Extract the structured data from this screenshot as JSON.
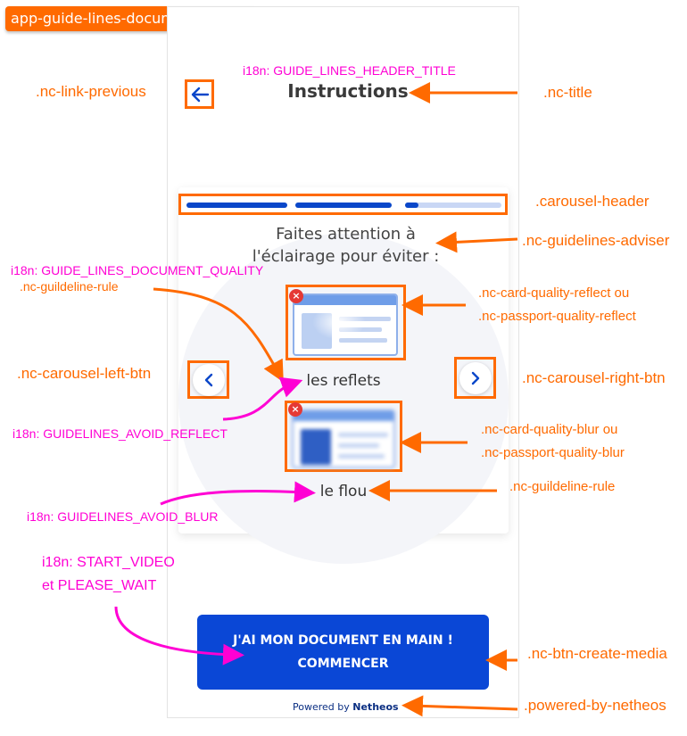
{
  "component_name": "app-guide-lines-document-step",
  "screen": {
    "title": "Instructions",
    "adviser_line1": "Faites attention à",
    "adviser_line2": "l'éclairage pour éviter :",
    "rule_reflect": "les reflets",
    "rule_blur": "le flou",
    "button_line1": "J'AI MON DOCUMENT EN MAIN !",
    "button_line2": "COMMENCER",
    "powered_prefix": "Powered by",
    "powered_brand": "Netheos",
    "close_symbol": "×",
    "carousel_progress": [
      1.0,
      1.0,
      0.14
    ]
  },
  "annotations": {
    "title_key": "i18n: GUIDE_LINES_HEADER_TITLE",
    "link_previous": ".nc-link-previous",
    "title_class": ".nc-title",
    "carousel_header": ".carousel-header",
    "guidelines_adviser": ".nc-guidelines-adviser",
    "document_quality_key": "i18n: GUIDE_LINES_DOCUMENT_QUALITY",
    "guildeline_rule_1": ".nc-guildeline-rule",
    "card_reflect_line1": ".nc-card-quality-reflect ou",
    "card_reflect_line2": ".nc-passport-quality-reflect",
    "carousel_left_btn": ".nc-carousel-left-btn",
    "carousel_right_btn": ".nc-carousel-right-btn",
    "avoid_reflect_key": "i18n: GUIDELINES_AVOID_REFLECT",
    "card_blur_line1": ".nc-card-quality-blur ou",
    "card_blur_line2": ".nc-passport-quality-blur",
    "guildeline_rule_2": ".nc-guildeline-rule",
    "avoid_blur_key": "i18n: GUIDELINES_AVOID_BLUR",
    "start_video_line1": "i18n: START_VIDEO",
    "start_video_line2": "et PLEASE_WAIT",
    "btn_create_media": ".nc-btn-create-media",
    "powered_by_netheos": ".powered-by-netheos"
  },
  "colors": {
    "annotation_orange": "#ff6a00",
    "annotation_magenta": "#ff00d4",
    "primary_blue": "#0a47d6",
    "error_red": "#e53935"
  }
}
